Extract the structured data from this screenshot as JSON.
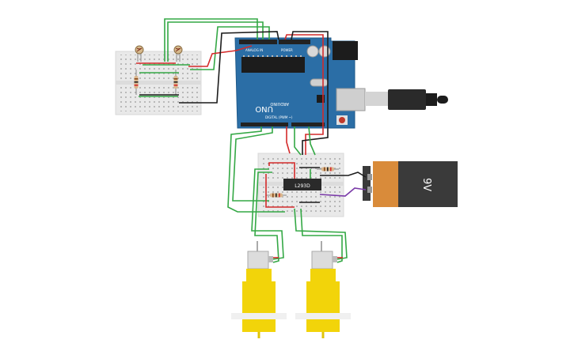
{
  "arduino": {
    "brand": "ARDUINO",
    "model": "UNO",
    "analog_in_label": "ANALOG IN",
    "power_label": "POWER",
    "digital_label": "DIGITAL (PWM ~)",
    "body_color": "#2b6ea6"
  },
  "driver_chip": {
    "label": "L293D"
  },
  "battery": {
    "label": "9V",
    "body_color": "#3a3a3a",
    "band_color": "#d98b3a"
  },
  "wire_colors": {
    "red": "#d42a2a",
    "green": "#34a845",
    "black": "#1c1c1c",
    "purple": "#7a3aa8"
  },
  "motor": {
    "body_color": "#f2d40a"
  }
}
